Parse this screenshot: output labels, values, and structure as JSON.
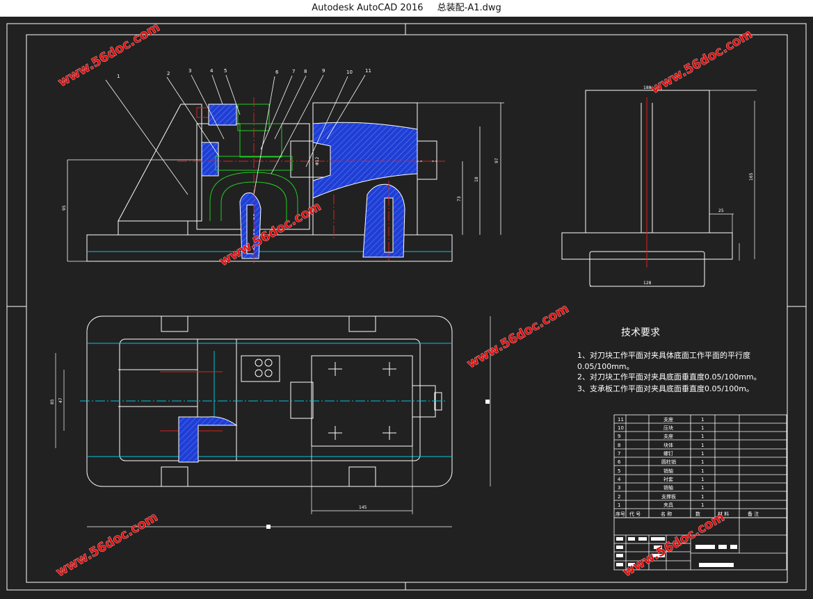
{
  "window": {
    "app_title": "Autodesk AutoCAD 2016",
    "file_name": "总装配-A1.dwg"
  },
  "colors": {
    "background": "#212121",
    "line": "#ffffff",
    "hatch": "#1f3fd4",
    "center": "#e02020",
    "dim": "#00c8e0",
    "green": "#20d020",
    "watermark": "#d01010"
  },
  "callouts": [
    "1",
    "2",
    "3",
    "4",
    "5",
    "6",
    "7",
    "8",
    "9",
    "10",
    "11"
  ],
  "dimensions": {
    "top_width": "188",
    "side_height": "165",
    "base_width": "128",
    "offset": "25",
    "front_height": "97",
    "front_h2": "73",
    "front_h3": "18",
    "left_h": "95",
    "plan_w": "145",
    "plan_h1": "85",
    "plan_h2": "47",
    "bore": "Φ12"
  },
  "watermark": "www.56doc.com",
  "tech_requirements": {
    "title": "技术要求",
    "items": [
      "1、对刀块工作平面对夹具体底面工作平面的平行度",
      "0.05/100mm。",
      "2、对刀块工作平面对夹具底面垂直度0.05/100mm。",
      "3、支承板工作平面对夹具底面垂直度0.05/100m。"
    ]
  },
  "bom": {
    "rows": [
      {
        "no": "11",
        "name": "支座",
        "qty": "1"
      },
      {
        "no": "10",
        "name": "压块",
        "qty": "1"
      },
      {
        "no": "9",
        "name": "支座",
        "qty": "1"
      },
      {
        "no": "8",
        "name": "块体",
        "qty": "1"
      },
      {
        "no": "7",
        "name": "螺钉",
        "qty": "1"
      },
      {
        "no": "6",
        "name": "圆柱销",
        "qty": "1"
      },
      {
        "no": "5",
        "name": "销轴",
        "qty": "1"
      },
      {
        "no": "4",
        "name": "衬套",
        "qty": "1"
      },
      {
        "no": "3",
        "name": "销轴",
        "qty": "1"
      },
      {
        "no": "2",
        "name": "支撑板",
        "qty": "1"
      },
      {
        "no": "1",
        "name": "夹具",
        "qty": "1"
      }
    ],
    "header": {
      "no": "序号",
      "code": "代 号",
      "name": "名 称",
      "qty": "数",
      "material": "材 料",
      "note": "备 注"
    }
  }
}
